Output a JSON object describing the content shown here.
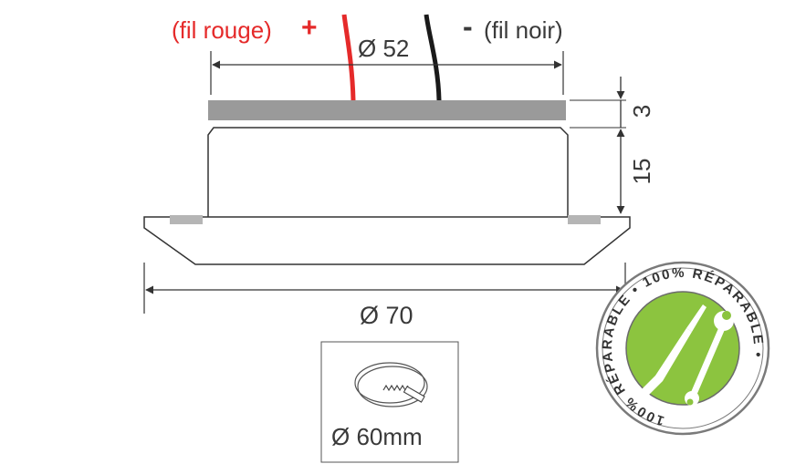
{
  "wires": {
    "positive_label": "(fil rouge)",
    "positive_sign": "+",
    "negative_sign": "-",
    "negative_label": "(fil noir)",
    "positive_color": "#e52a2a",
    "negative_color": "#1a1a1a"
  },
  "dimensions": {
    "top_diameter": "Ø 52",
    "cap_height": "3",
    "body_height": "15",
    "base_diameter": "Ø 70"
  },
  "cutout": {
    "label": "Ø 60mm",
    "icon": "saw-cutout-icon"
  },
  "badge": {
    "ring_text": "100% RÉPARABLE • 100% RÉPARABLE •",
    "icon": "screwdriver-wrench-icon",
    "accent_color": "#8cc43f"
  }
}
